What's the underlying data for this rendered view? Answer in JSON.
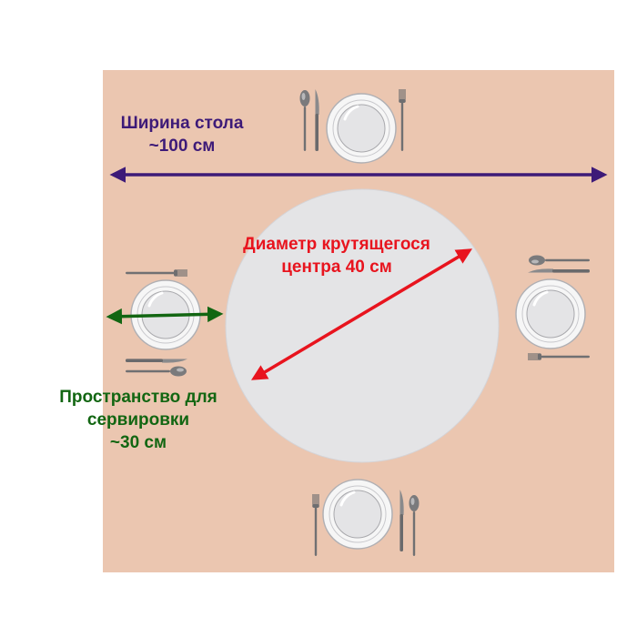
{
  "labels": {
    "table_width": {
      "line1": "Ширина стола",
      "line2": "~100 см"
    },
    "diameter": {
      "line1": "Диаметр крутящегося",
      "line2": "центра 40 см"
    },
    "serving": {
      "line1": "Пространство для",
      "line2": "сервировки",
      "line3": "~30 см"
    }
  },
  "colors": {
    "table": "#ebc6b0",
    "lazy_susan": "#e4e4e6",
    "width_arrow": "#3d1a78",
    "diameter_arrow": "#e8141e",
    "serving_arrow": "#126612",
    "plate_rim": "#f4f4f4",
    "plate_center": "#e2e2e4",
    "cutlery": "#6e6e70"
  }
}
